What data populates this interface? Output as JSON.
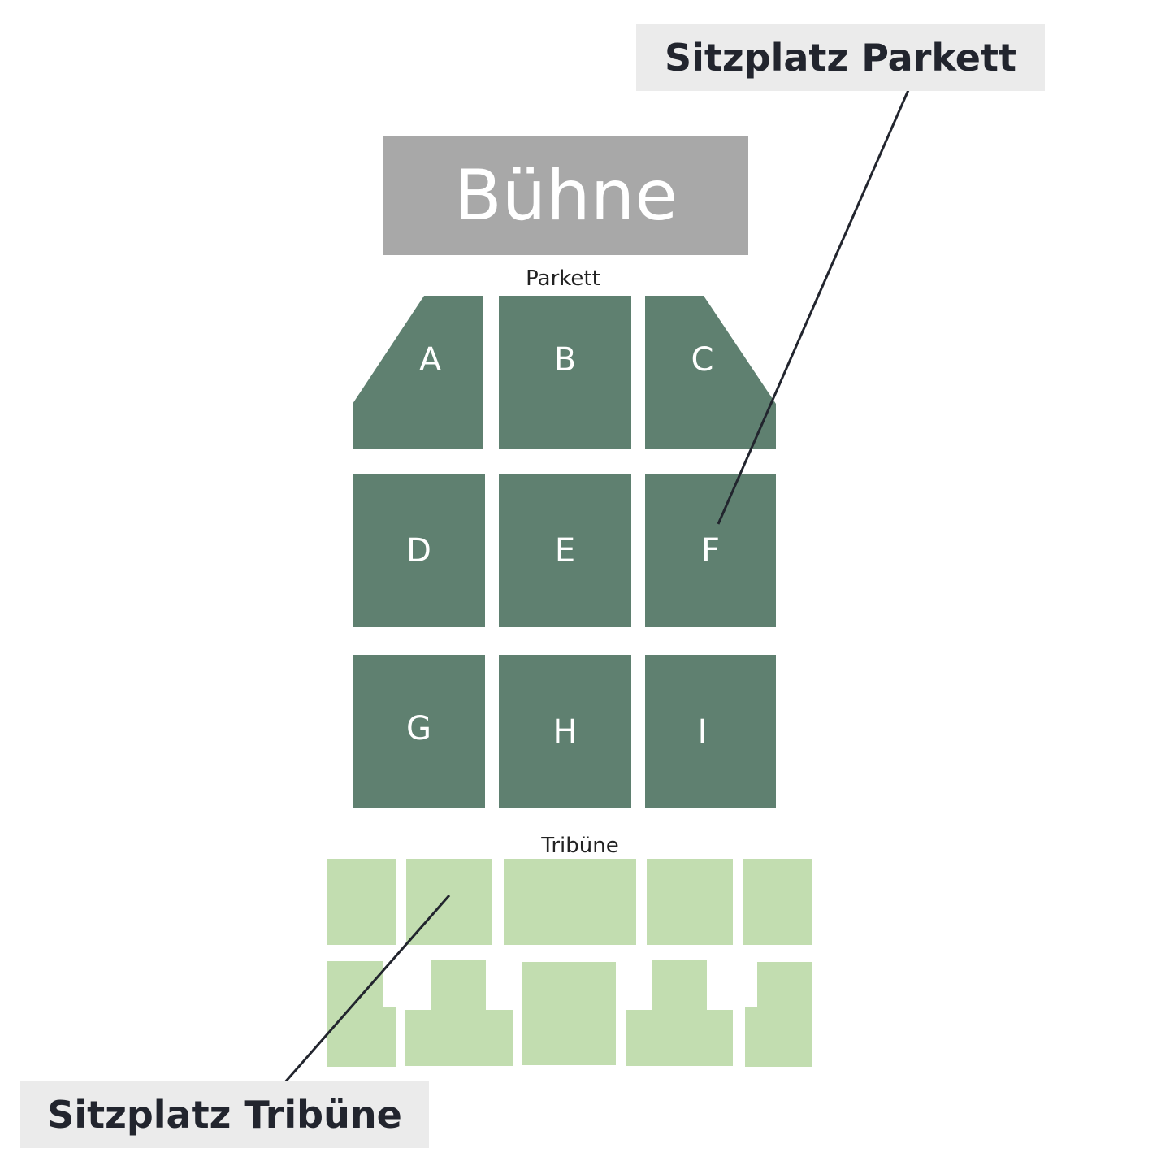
{
  "stage": {
    "label": "Bühne"
  },
  "areas": {
    "parkett": "Parkett",
    "tribuene": "Tribüne"
  },
  "blocks": [
    "A",
    "B",
    "C",
    "D",
    "E",
    "F",
    "G",
    "H",
    "I"
  ],
  "callouts": {
    "parkett": "Sitzplatz Parkett",
    "tribuene": "Sitzplatz Tribüne"
  },
  "colors": {
    "stage": "#a8a8a8",
    "parkett_block": "#5f8070",
    "tribuene_block": "#c2ddb0",
    "callout_bg": "#ebebeb",
    "callout_text": "#22252e"
  }
}
